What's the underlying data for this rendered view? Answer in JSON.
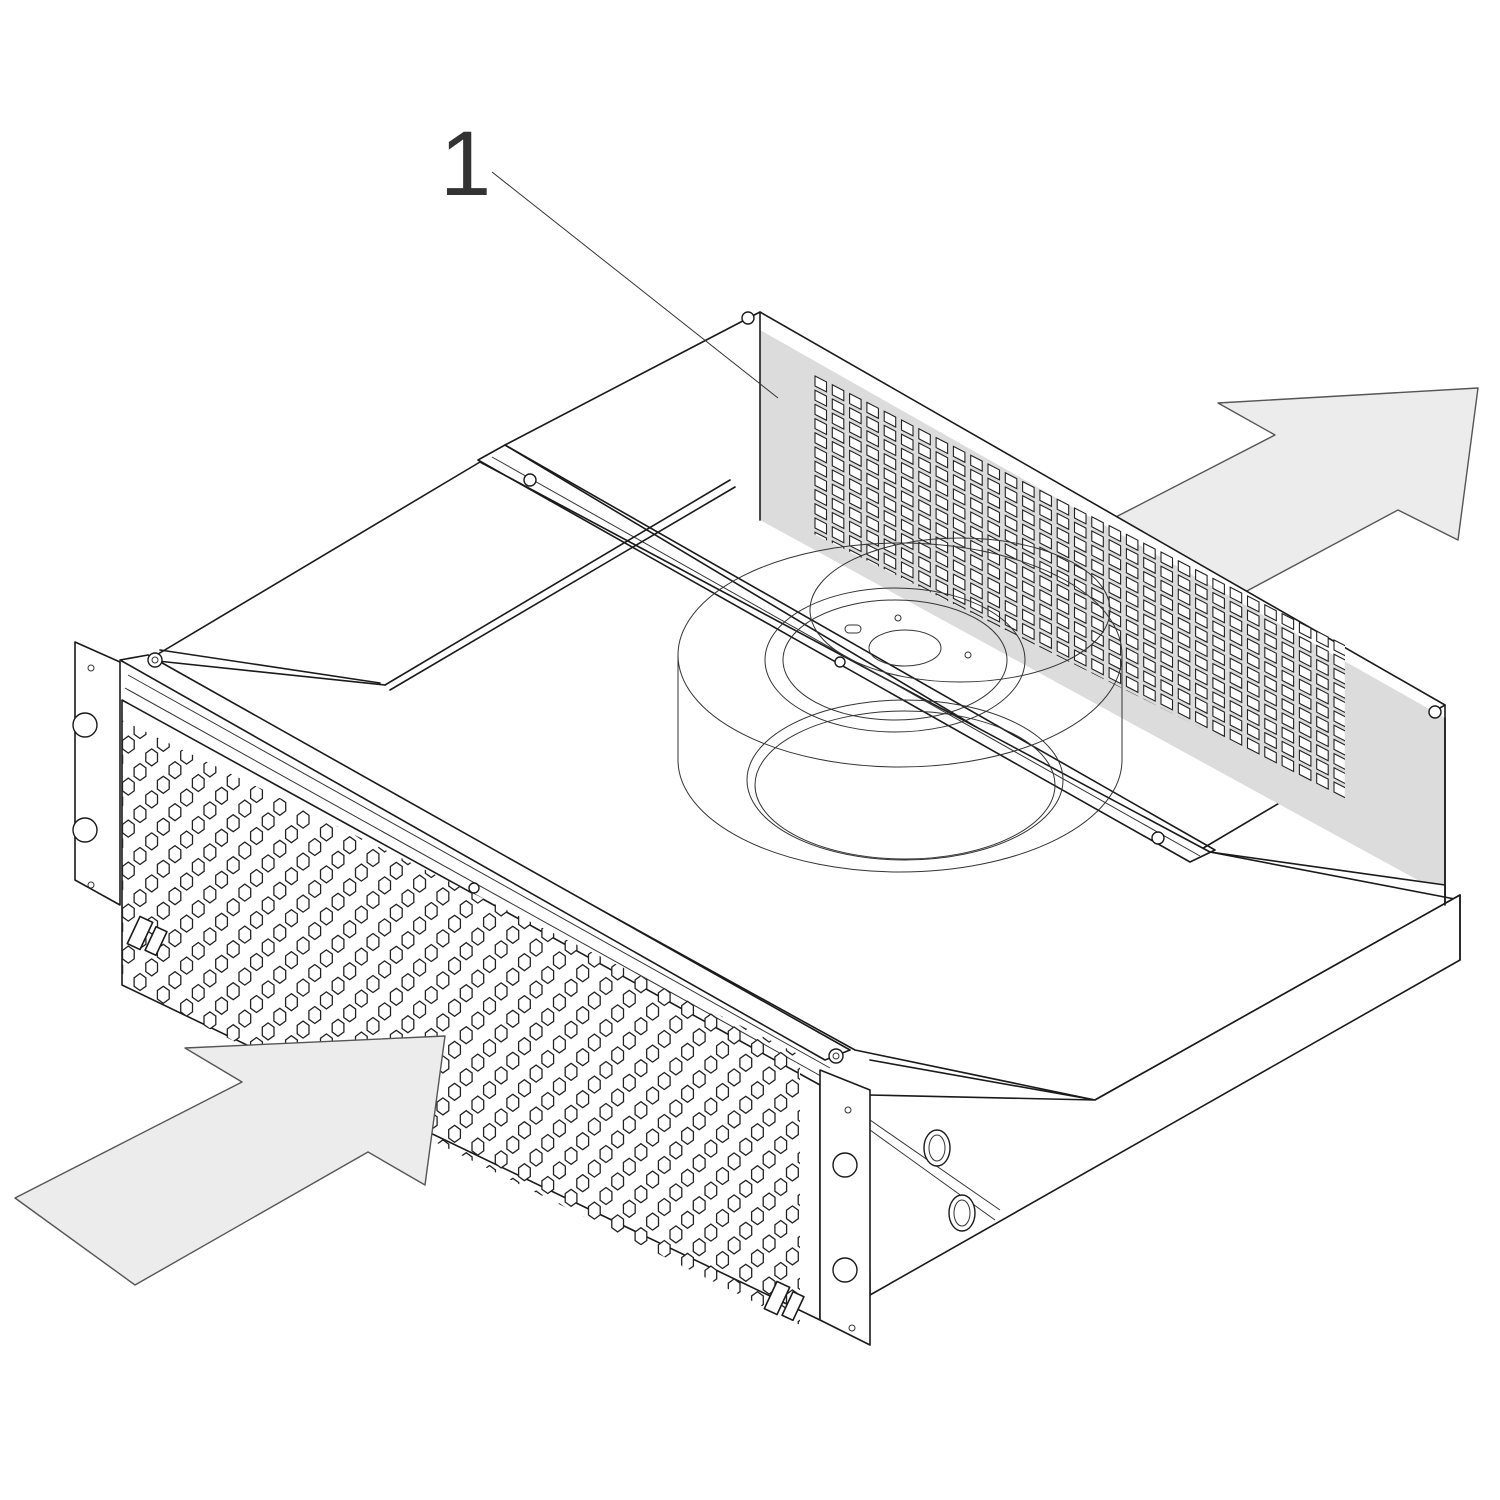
{
  "diagram": {
    "callouts": [
      {
        "label": "1",
        "refers_to": "rear-vent-grille"
      }
    ],
    "parts": [
      "rack-unit-chassis",
      "front-hex-grille",
      "rear-vent-grille",
      "radial-fan",
      "mounting-ear-left",
      "mounting-ear-right"
    ],
    "airflow": {
      "inlet": "front",
      "outlet": "rear",
      "arrow_fill": "#ececec"
    },
    "colors": {
      "line": "#1a1a1a",
      "shade": "#dcdcdc",
      "background": "#ffffff"
    }
  }
}
